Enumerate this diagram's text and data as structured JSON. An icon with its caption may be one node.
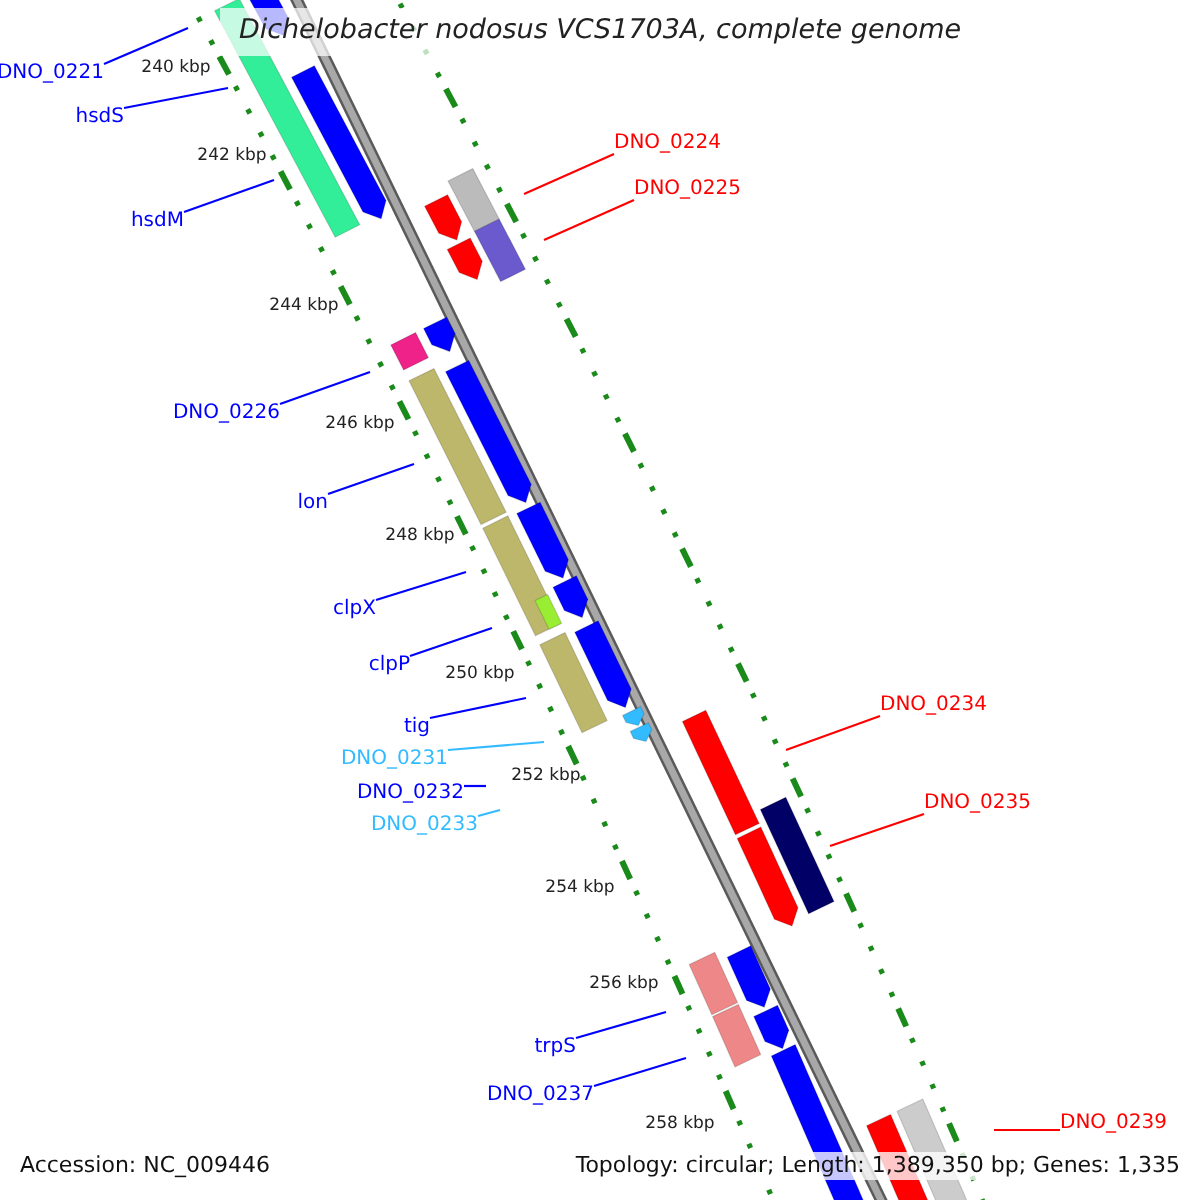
{
  "diagram": {
    "title": "Dichelobacter nodosus VCS1703A, complete genome",
    "nodes": [
      {
        "text": [
          "DNO_0221"
        ]
      },
      {
        "text": [
          "hsdS"
        ]
      },
      {
        "text": [
          "DNO_0224"
        ]
      },
      {
        "text": [
          "DNO_0225"
        ]
      },
      {
        "text": [
          "hsdM"
        ]
      },
      {
        "text": [
          "DNO_0226"
        ]
      },
      {
        "text": [
          "lon"
        ]
      },
      {
        "text": [
          "clpX"
        ]
      },
      {
        "text": [
          "clpP"
        ]
      },
      {
        "text": [
          "DNO_0234"
        ]
      },
      {
        "text": [
          "tig"
        ]
      },
      {
        "text": [
          "DNO_0231"
        ]
      },
      {
        "text": [
          "DNO_0232"
        ]
      },
      {
        "text": [
          "DNO_0235"
        ]
      },
      {
        "text": [
          "DNO_0233"
        ]
      },
      {
        "text": [
          "trpS"
        ]
      },
      {
        "text": [
          "DNO_0237"
        ]
      },
      {
        "text": [
          "DNO_0239"
        ]
      }
    ],
    "edges": [
      {
        "from": 0,
        "to": null,
        "arrow": "none"
      },
      {
        "from": 1,
        "to": null,
        "arrow": "none"
      },
      {
        "from": 2,
        "to": null,
        "arrow": "none",
        "color": "#ff0000"
      },
      {
        "from": 3,
        "to": null,
        "arrow": "none",
        "color": "#ff0000"
      },
      {
        "from": 4,
        "to": null,
        "arrow": "none"
      },
      {
        "from": 5,
        "to": null,
        "arrow": "none"
      },
      {
        "from": 6,
        "to": null,
        "arrow": "none"
      },
      {
        "from": 7,
        "to": null,
        "arrow": "none"
      },
      {
        "from": 8,
        "to": null,
        "arrow": "none"
      },
      {
        "from": 9,
        "to": null,
        "arrow": "none",
        "color": "#ff0000"
      },
      {
        "from": 10,
        "to": null,
        "arrow": "none"
      },
      {
        "from": 11,
        "to": null,
        "arrow": "none",
        "color": "#33bbff"
      },
      {
        "from": 12,
        "to": null,
        "arrow": "none"
      },
      {
        "from": 13,
        "to": null,
        "arrow": "none",
        "color": "#ff0000"
      },
      {
        "from": 14,
        "to": null,
        "arrow": "none",
        "color": "#33bbff"
      },
      {
        "from": 15,
        "to": null,
        "arrow": "none"
      },
      {
        "from": 16,
        "to": null,
        "arrow": "none"
      },
      {
        "from": 17,
        "to": null,
        "arrow": "none",
        "color": "#ff0000"
      }
    ],
    "labels": [
      "240 kbp",
      "242 kbp",
      "244 kbp",
      "246 kbp",
      "248 kbp",
      "250 kbp",
      "252 kbp",
      "254 kbp",
      "256 kbp",
      "258 kbp",
      "Accession: NC_009446",
      "Topology: circular; Length: 1,389,350 bp; Genes: 1,335"
    ]
  }
}
